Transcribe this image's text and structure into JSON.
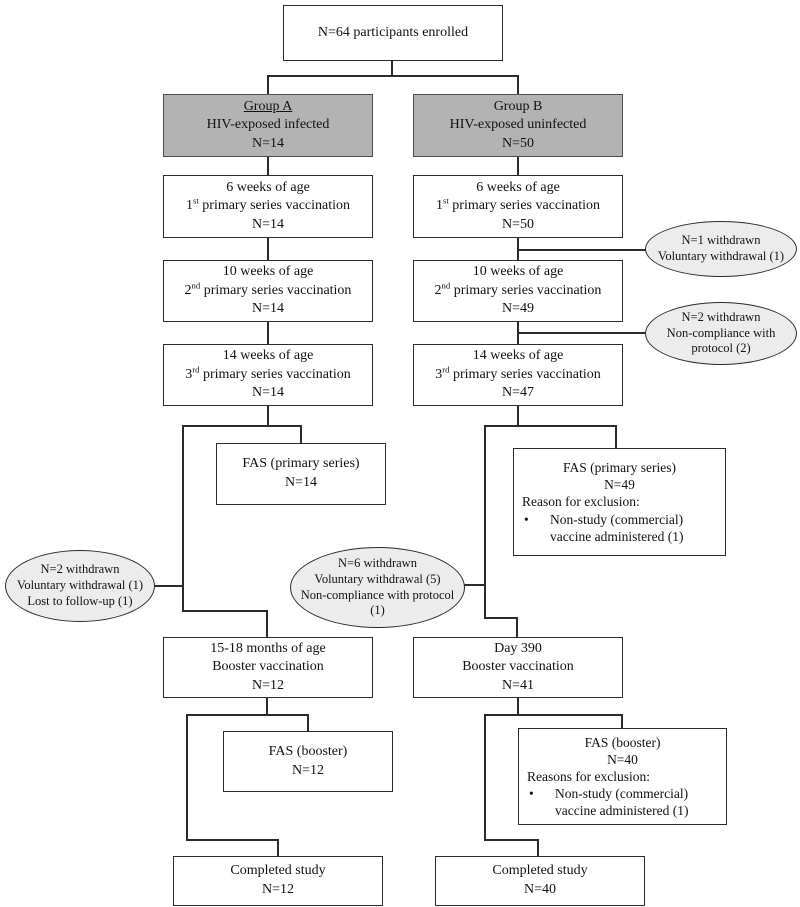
{
  "diagram": {
    "enrolled": {
      "text": "N=64 participants enrolled"
    },
    "group_a": {
      "title": "Group A",
      "subtitle": "HIV-exposed infected",
      "n": "N=14"
    },
    "group_b": {
      "title": "Group B",
      "subtitle": "HIV-exposed uninfected",
      "n": "N=50"
    },
    "a_visit1": {
      "age": "6 weeks of age",
      "ord": "1",
      "ord_suffix": "st",
      "label": " primary series vaccination",
      "n": "N=14"
    },
    "a_visit2": {
      "age": "10 weeks of age",
      "ord": "2",
      "ord_suffix": "nd",
      "label": " primary series vaccination",
      "n": "N=14"
    },
    "a_visit3": {
      "age": "14 weeks of age",
      "ord": "3",
      "ord_suffix": "rd",
      "label": " primary series vaccination",
      "n": "N=14"
    },
    "b_visit1": {
      "age": "6 weeks of age",
      "ord": "1",
      "ord_suffix": "st",
      "label": " primary series vaccination",
      "n": "N=50"
    },
    "b_visit2": {
      "age": "10 weeks of age",
      "ord": "2",
      "ord_suffix": "nd",
      "label": " primary series vaccination",
      "n": "N=49"
    },
    "b_visit3": {
      "age": "14 weeks of age",
      "ord": "3",
      "ord_suffix": "rd",
      "label": " primary series vaccination",
      "n": "N=47"
    },
    "a_fas_primary": {
      "title": "FAS (primary series)",
      "n": "N=14"
    },
    "b_fas_primary": {
      "title": "FAS (primary series)",
      "n": "N=49",
      "reason_header": "Reason for exclusion:",
      "bullet_marker": "•",
      "bullet": "Non-study (commercial) vaccine administered (1)"
    },
    "a_booster": {
      "age": "15-18 months of age",
      "label": "Booster vaccination",
      "n": "N=12"
    },
    "b_booster": {
      "age": "Day 390",
      "label": "Booster vaccination",
      "n": "N=41"
    },
    "a_fas_booster": {
      "title": "FAS (booster)",
      "n": "N=12"
    },
    "b_fas_booster": {
      "title": "FAS (booster)",
      "n": "N=40",
      "reason_header": "Reasons for exclusion:",
      "bullet_marker": "•",
      "bullet": "Non-study (commercial) vaccine administered (1)"
    },
    "a_completed": {
      "title": "Completed study",
      "n": "N=12"
    },
    "b_completed": {
      "title": "Completed study",
      "n": "N=40"
    },
    "callout_b1": {
      "lines": [
        "N=1 withdrawn",
        "Voluntary withdrawal (1)"
      ]
    },
    "callout_b2": {
      "lines": [
        "N=2 withdrawn",
        "Non-compliance with protocol (2)"
      ]
    },
    "callout_a1": {
      "lines": [
        "N=2 withdrawn",
        "Voluntary withdrawal (1)",
        "Lost to follow-up (1)"
      ]
    },
    "callout_b3": {
      "lines": [
        "N=6 withdrawn",
        "Voluntary withdrawal (5)",
        "Non-compliance with protocol (1)"
      ]
    }
  },
  "colors": {
    "background": "#ffffff",
    "box_fill": "#ffffff",
    "box_border": "#2b2b2b",
    "group_fill": "#b3b3b3",
    "group_border": "#4d4d4d",
    "callout_fill": "#ececec",
    "line": "#2b2b2b",
    "text": "#111111"
  }
}
